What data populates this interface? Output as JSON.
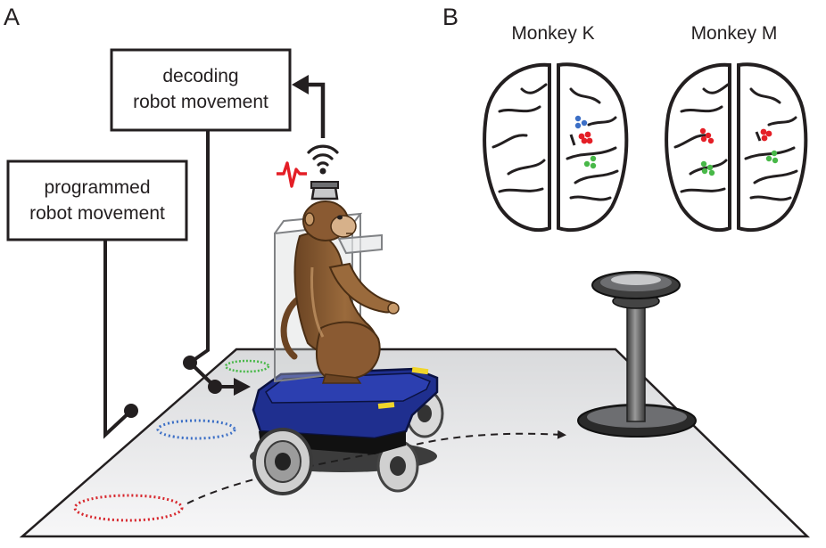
{
  "panels": {
    "a": {
      "letter": "A"
    },
    "b": {
      "letter": "B"
    }
  },
  "boxes": {
    "decoding": {
      "line1": "decoding",
      "line2": "robot movement"
    },
    "programmed": {
      "line1": "programmed",
      "line2": "robot movement"
    }
  },
  "brains": {
    "left": {
      "title": "Monkey K"
    },
    "right": {
      "title": "Monkey M"
    }
  },
  "colors": {
    "robot_blue": "#1f2f8f",
    "monkey_brown": "#8a5a32",
    "electrode_red": "#e41e26",
    "electrode_green": "#48b848",
    "electrode_blue": "#3c6fc6",
    "floor_gray": "#e6e7e8"
  },
  "icons": {
    "wireless": "wifi-signal-icon",
    "neural_spike": "spike-waveform-icon"
  }
}
